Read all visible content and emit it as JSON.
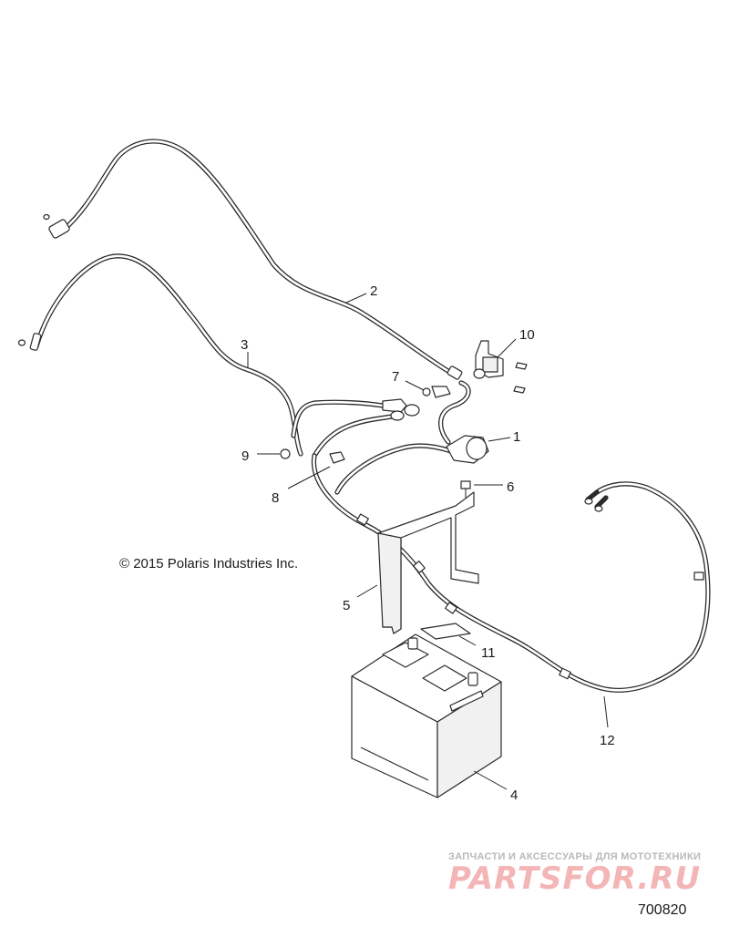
{
  "callouts": {
    "c1": "1",
    "c2": "2",
    "c3": "3",
    "c4": "4",
    "c5": "5",
    "c6": "6",
    "c7": "7",
    "c8": "8",
    "c9": "9",
    "c10": "10",
    "c11": "11",
    "c12": "12"
  },
  "copyright": "© 2015 Polaris Industries Inc.",
  "diagram_number": "700820",
  "watermark": {
    "tagline": "ЗАПЧАСТИ И АКСЕССУАРЫ ДЛЯ МОТОТЕХНИКИ",
    "logo_text": "PARTSFOR.RU"
  },
  "colors": {
    "line": "#2b2b2b",
    "watermark_logo": "#f3b5b5",
    "watermark_tagline": "#b9b9b9"
  }
}
